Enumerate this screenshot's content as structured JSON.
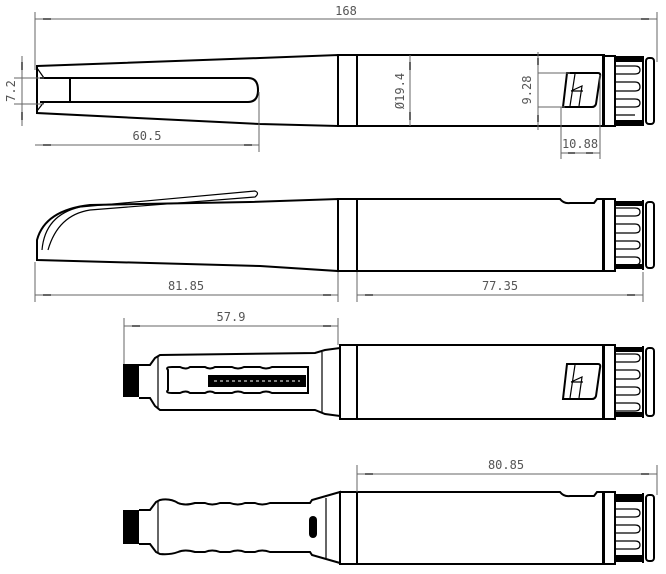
{
  "drawing": {
    "colors": {
      "line": "#000000",
      "dimension": "#666666",
      "background": "#ffffff"
    },
    "views": [
      {
        "name": "top-view-pen-with-cap",
        "dimensions": {
          "overall_length": "168",
          "clip_slot_width": "7.2",
          "clip_length": "60.5",
          "barrel_diameter": "Ø19.4",
          "window_height": "9.28",
          "window_width": "10.88"
        }
      },
      {
        "name": "side-view-pen-with-cap",
        "dimensions": {
          "cap_length": "81.85",
          "body_length": "77.35"
        }
      },
      {
        "name": "top-view-cap-removed",
        "dimensions": {
          "grip_length": "57.9"
        }
      },
      {
        "name": "side-view-cap-removed",
        "dimensions": {
          "body_length": "80.85"
        }
      }
    ]
  }
}
